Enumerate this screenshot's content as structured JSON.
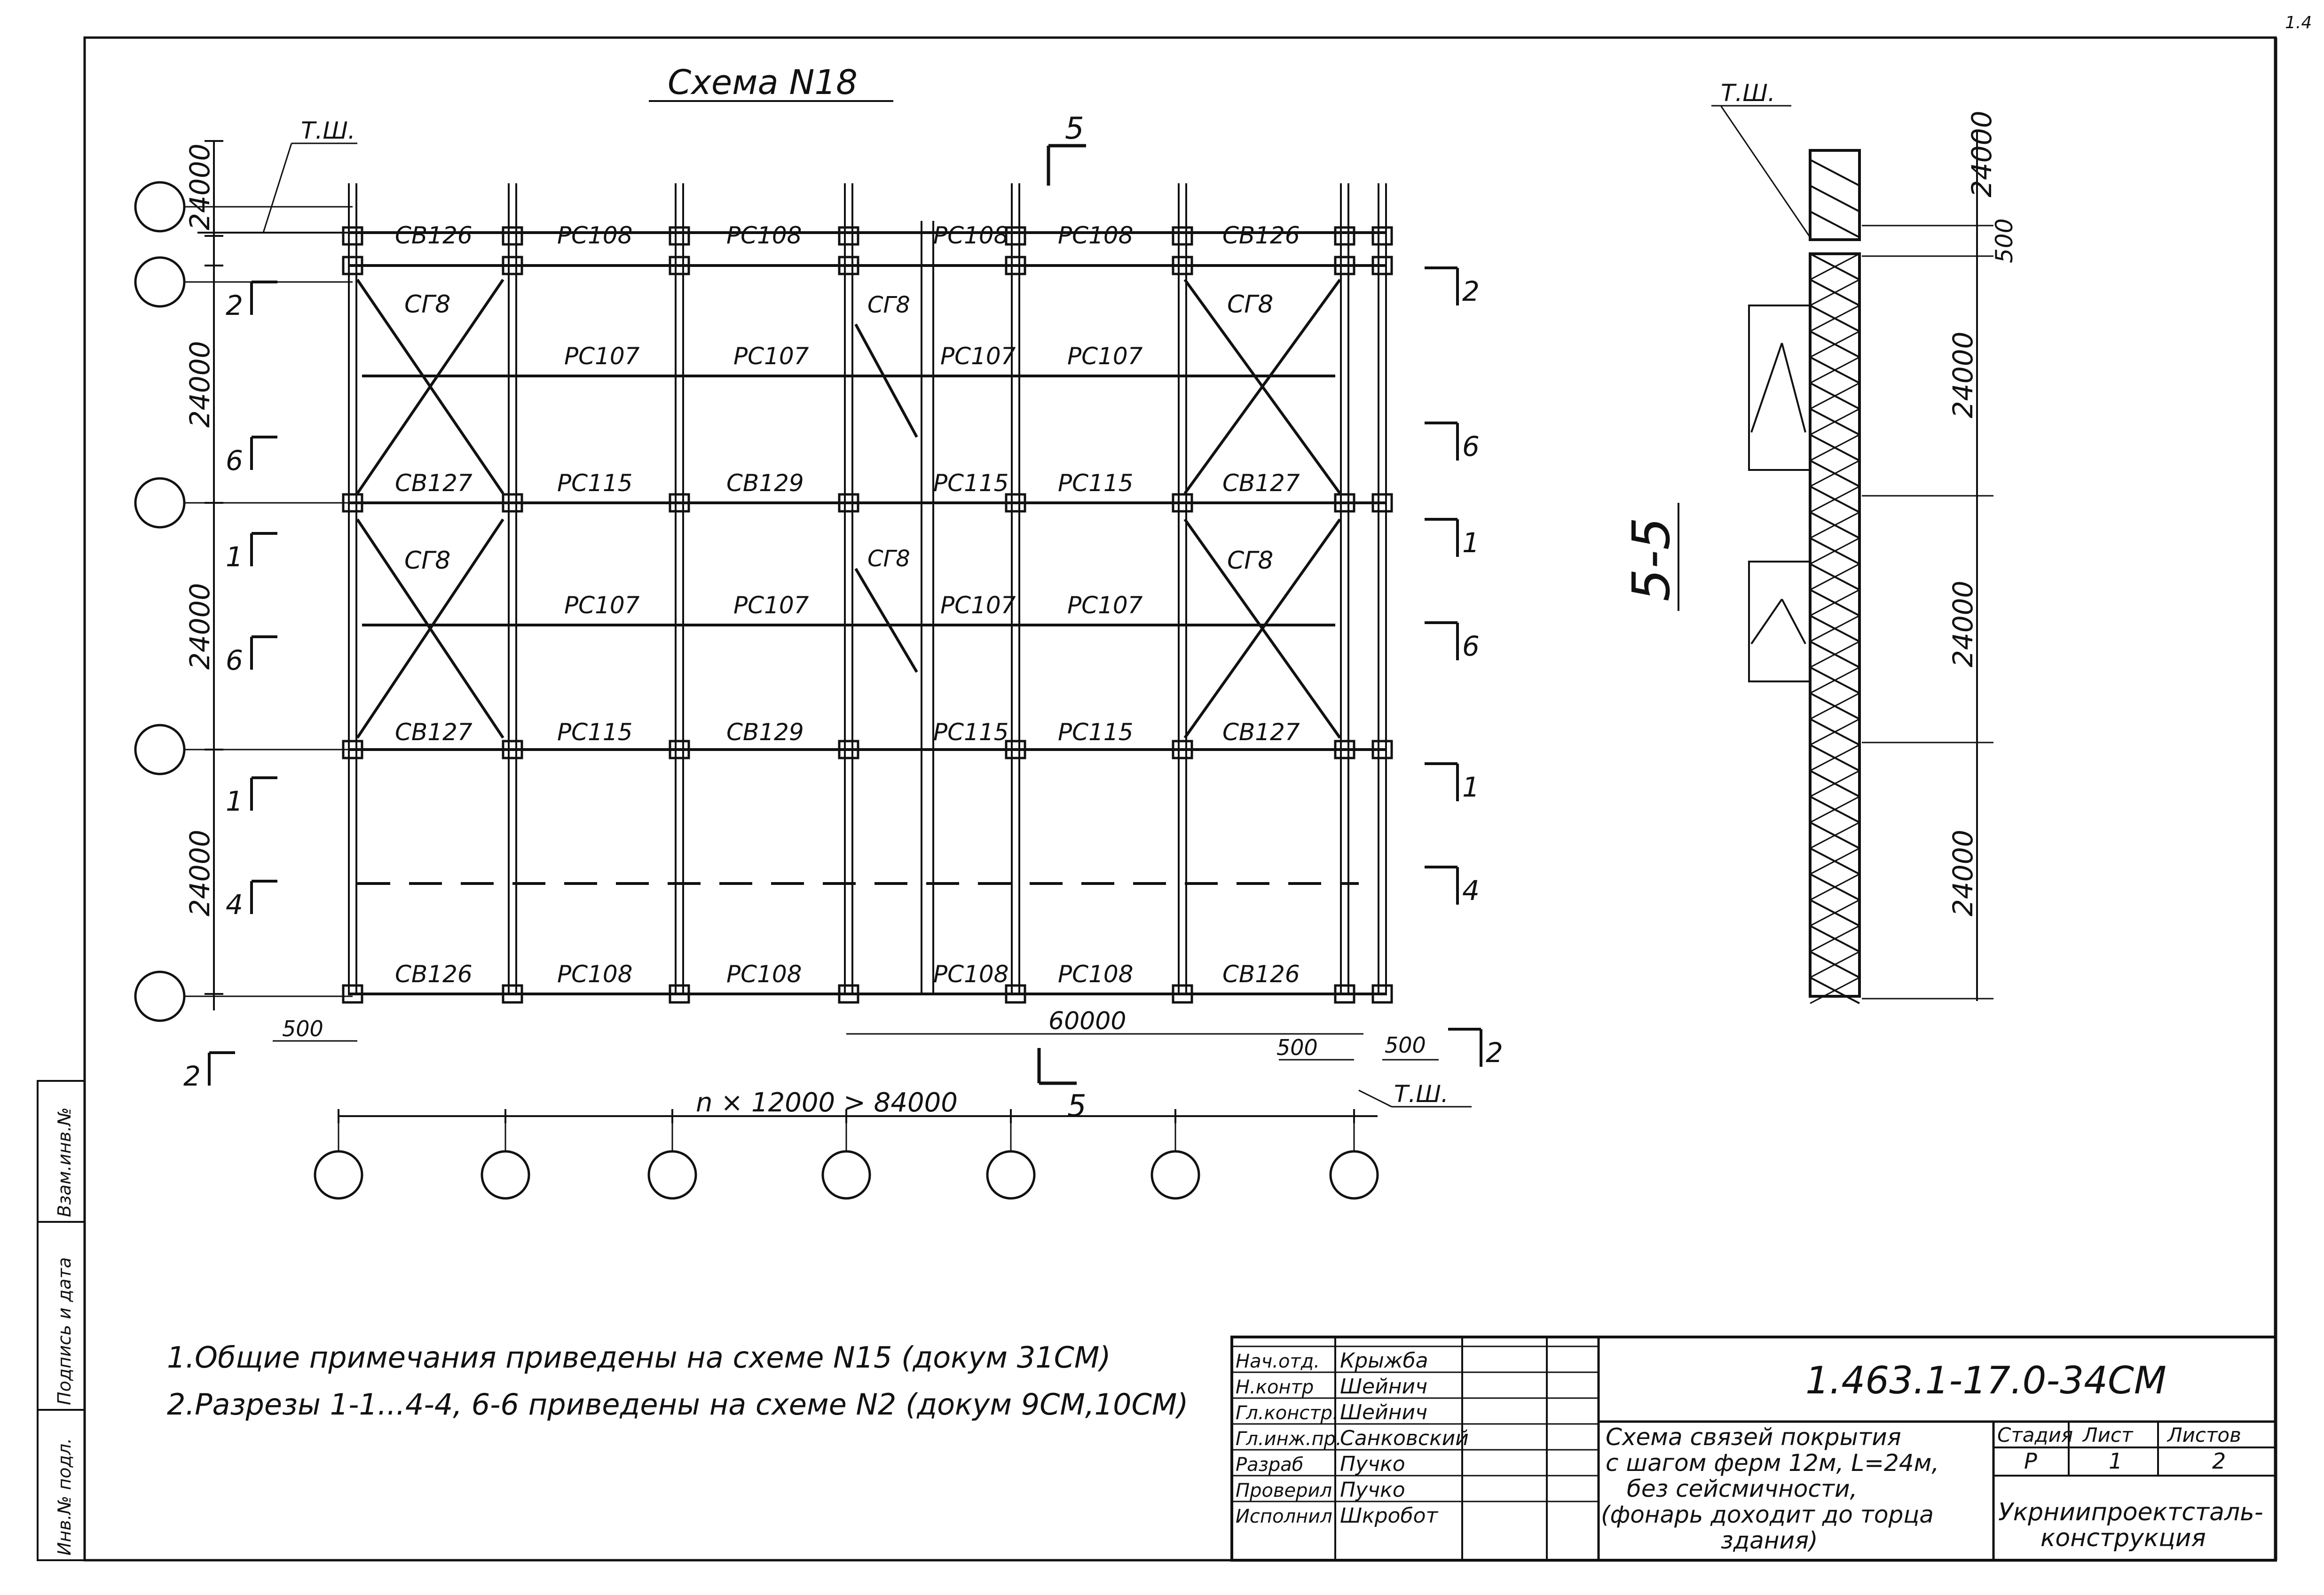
{
  "title": "Схема N18",
  "corner_mark": "1.4",
  "ts_label": "Т.Ш.",
  "section_mark": "5",
  "section_title": "5-5",
  "bay_dims": [
    "24000",
    "24000",
    "24000",
    "24000"
  ],
  "small_dim": "500",
  "span_60000": "60000",
  "span_bottom": "n × 12000 > 84000",
  "row_labels": [
    [
      "СВ126",
      "РС108",
      "РС108",
      "РС108",
      "РС108",
      "СВ126"
    ],
    [
      "РС107",
      "РС107",
      "РС107",
      "РС107"
    ],
    [
      "СВ127",
      "РС115",
      "СВ129",
      "РС115",
      "РС115",
      "СВ127"
    ],
    [
      "РС107",
      "РС107",
      "РС107",
      "РС107"
    ],
    [
      "СВ127",
      "РС115",
      "СВ129",
      "РС115",
      "РС115",
      "СВ127"
    ],
    [
      "СВ126",
      "РС108",
      "РС108",
      "РС108",
      "РС108",
      "СВ126"
    ]
  ],
  "cross_label": "СГ8",
  "sec_left": [
    "2",
    "6",
    "1",
    "6",
    "1",
    "4",
    "2"
  ],
  "sec_right": [
    "2",
    "6",
    "1",
    "6",
    "1",
    "4",
    "2"
  ],
  "notes": [
    "1.Общие примечания приведены на схеме N15 (докум 31СМ)",
    "2.Разрезы 1-1...4-4, 6-6 приведены на схеме N2 (докум 9СМ,10СМ)"
  ],
  "title_block": {
    "code": "1.463.1-17.0-34СМ",
    "roles": [
      "Нач.отд.",
      "Н.контр",
      "Гл.констр.",
      "Гл.инж.пр.",
      "Разраб",
      "Проверил",
      "Исполнил"
    ],
    "names": [
      "Крыжба",
      "Шейнич",
      "Шейнич",
      "Санковский",
      "Пучко",
      "Пучко",
      "Шкробот"
    ],
    "description": [
      "Схема связей покрытия",
      "с шагом ферм 12м, L=24м,",
      "без сейсмичности,",
      "(фонарь доходит до торца",
      "здания)"
    ],
    "stage_header": "Стадия",
    "sheet_header": "Лист",
    "sheets_header": "Листов",
    "stage": "Р",
    "sheet": "1",
    "sheets": "2",
    "org": [
      "Укрниипроектсталь-",
      "конструкция"
    ]
  },
  "side_stamp": [
    "Инв.№ подл.",
    "Подпись и дата",
    "Взам.инв.№"
  ]
}
